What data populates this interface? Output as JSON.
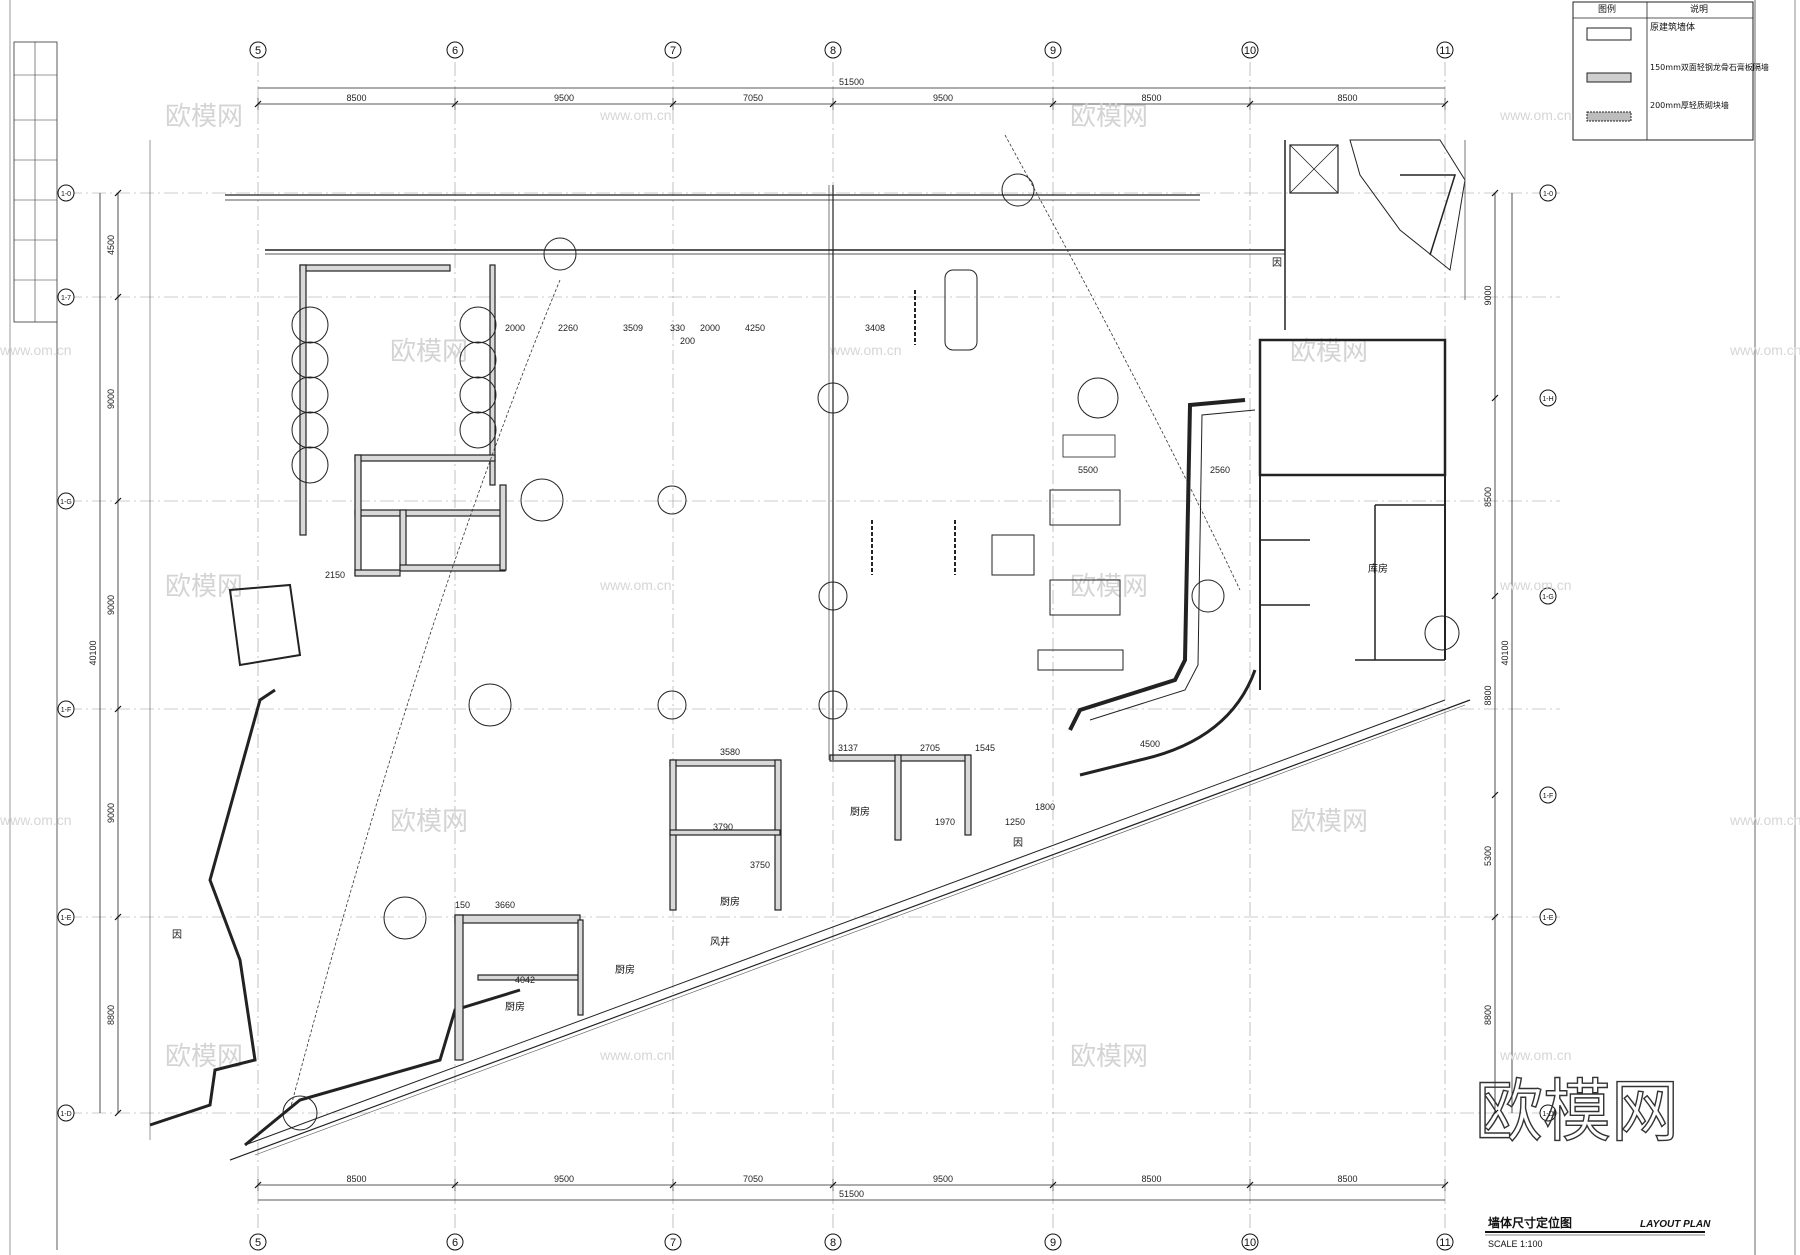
{
  "plan": {
    "title_cn": "墙体尺寸定位图",
    "title_en": "LAYOUT PLAN",
    "scale": "SCALE 1:100"
  },
  "grid": {
    "columns": [
      "5",
      "6",
      "7",
      "8",
      "9",
      "10",
      "11"
    ],
    "rows": [
      "1-0",
      "1-7",
      "1-H",
      "1-G",
      "1-F",
      "1-E",
      "1-D"
    ],
    "right_rows": [
      "1-0",
      "1-H",
      "1-G",
      "1-F",
      "1-E",
      "1-D"
    ],
    "top_spans": [
      "8500",
      "9500",
      "7050",
      "9500",
      "8500",
      "8500"
    ],
    "top_total": "51500",
    "bottom_spans": [
      "8500",
      "9500",
      "7050",
      "9500",
      "8500",
      "8500"
    ],
    "bottom_total": "51500",
    "left_spans": [
      "4500",
      "9000",
      "9000",
      "9000",
      "8800"
    ],
    "left_total": "40100",
    "right_spans": [
      "9000",
      "8500",
      "8800",
      "5300",
      "8800"
    ],
    "right_total": "40100"
  },
  "legend": {
    "header_left": "图例",
    "header_right": "说明",
    "rows": [
      "原建筑墙体",
      "150mm双面轻钢龙骨石膏板隔墙",
      "200mm厚轻质砌块墙"
    ]
  },
  "rooms": {
    "kitchen": "厨房",
    "storage": "库房",
    "shaft": "风井",
    "fire_symbol": "因"
  },
  "dimensions": {
    "row1": [
      "2000",
      "2260",
      "3509",
      "330",
      "2000",
      "4250",
      "3408"
    ],
    "row2": [
      "3137",
      "2705",
      "1545"
    ],
    "misc": [
      "5500",
      "2560",
      "4500",
      "3580",
      "3790",
      "3750",
      "4042",
      "3660",
      "1970",
      "2150",
      "1250",
      "1800",
      "200",
      "150"
    ]
  },
  "watermark": {
    "logo_text": "欧模网",
    "url": "www.om.cn"
  }
}
